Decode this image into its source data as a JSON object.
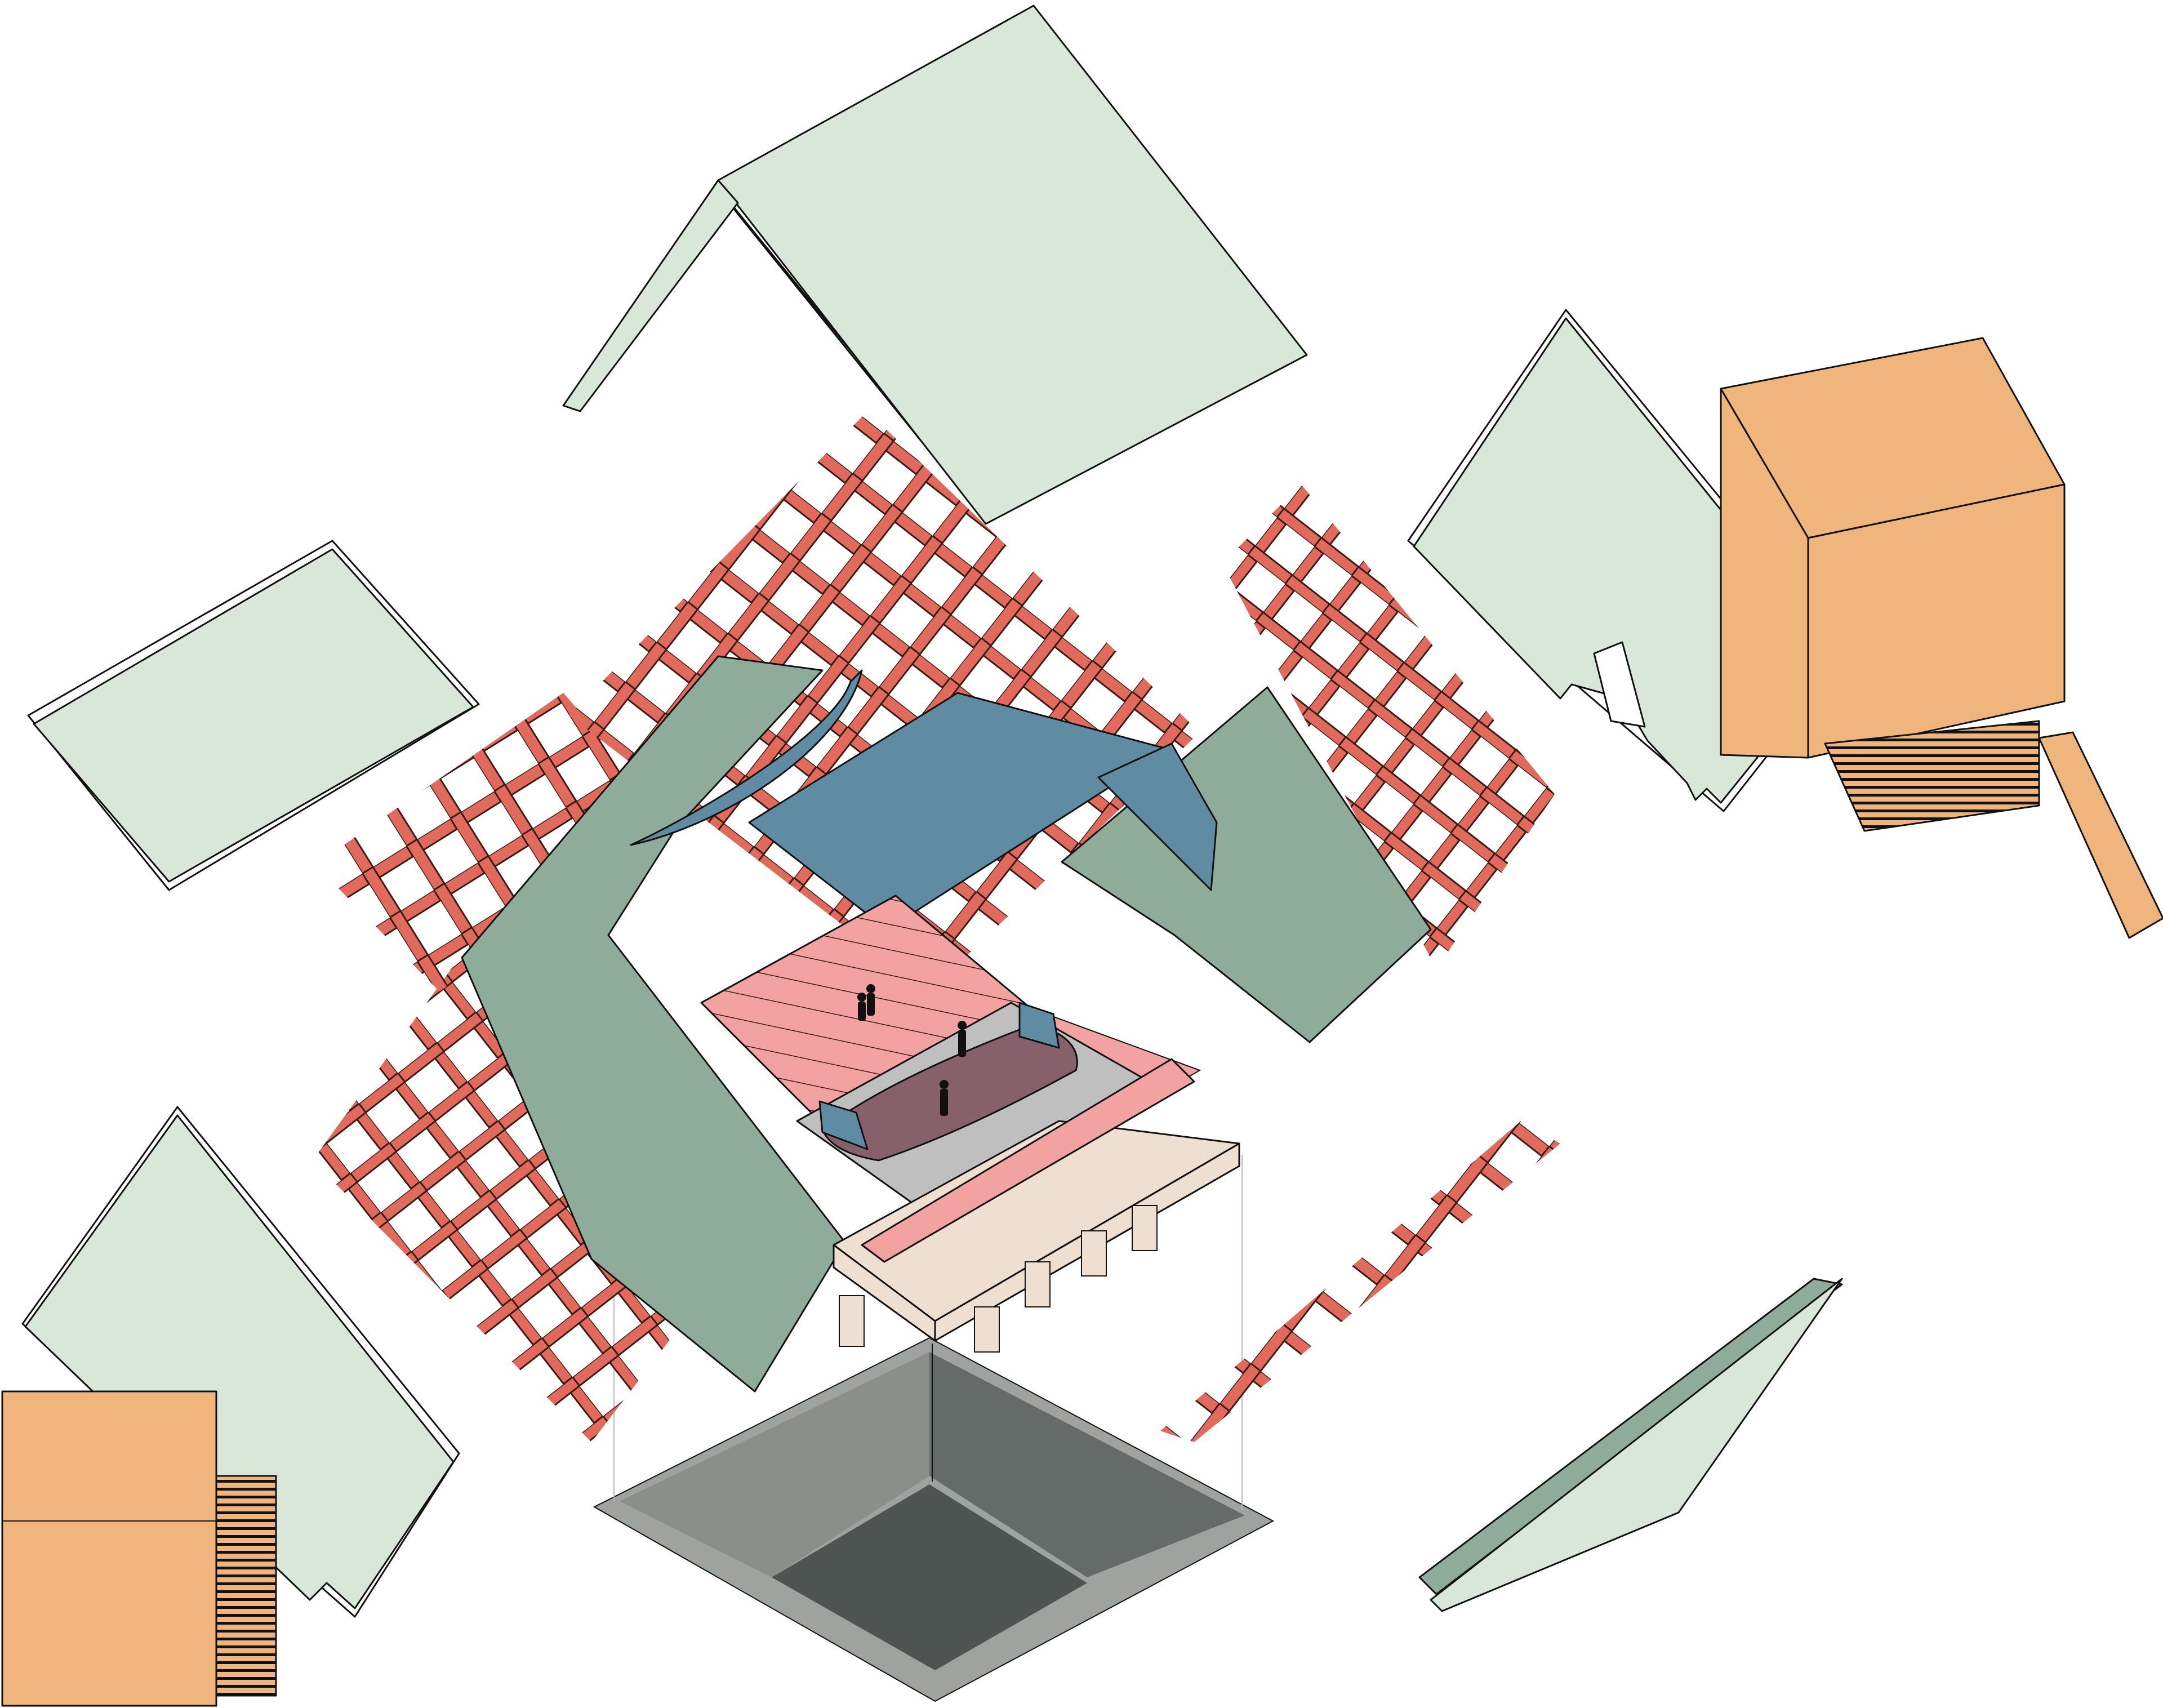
{
  "diagram": {
    "palette": {
      "panel_light": "#d8e7d8",
      "panel_dark": "#8fab9a",
      "lattice": "#e06a5b",
      "lattice_light": "#f2a2a0",
      "box": "#efb57c",
      "blue_shell": "#5f8ca3",
      "floor": "#86606a",
      "plinth": "#eedfd1",
      "pit_dark": "#4e5452",
      "pit_mid": "#8a8f8c",
      "pit_side": "#656b68",
      "pit_rim": "#9ea3a0",
      "figure": "#111111"
    },
    "components": [
      "roof-panel",
      "side-panel",
      "lattice-frame",
      "timber-box",
      "blue-shell",
      "seating-steps",
      "stage-floor",
      "plinth",
      "pit",
      "figure"
    ]
  }
}
